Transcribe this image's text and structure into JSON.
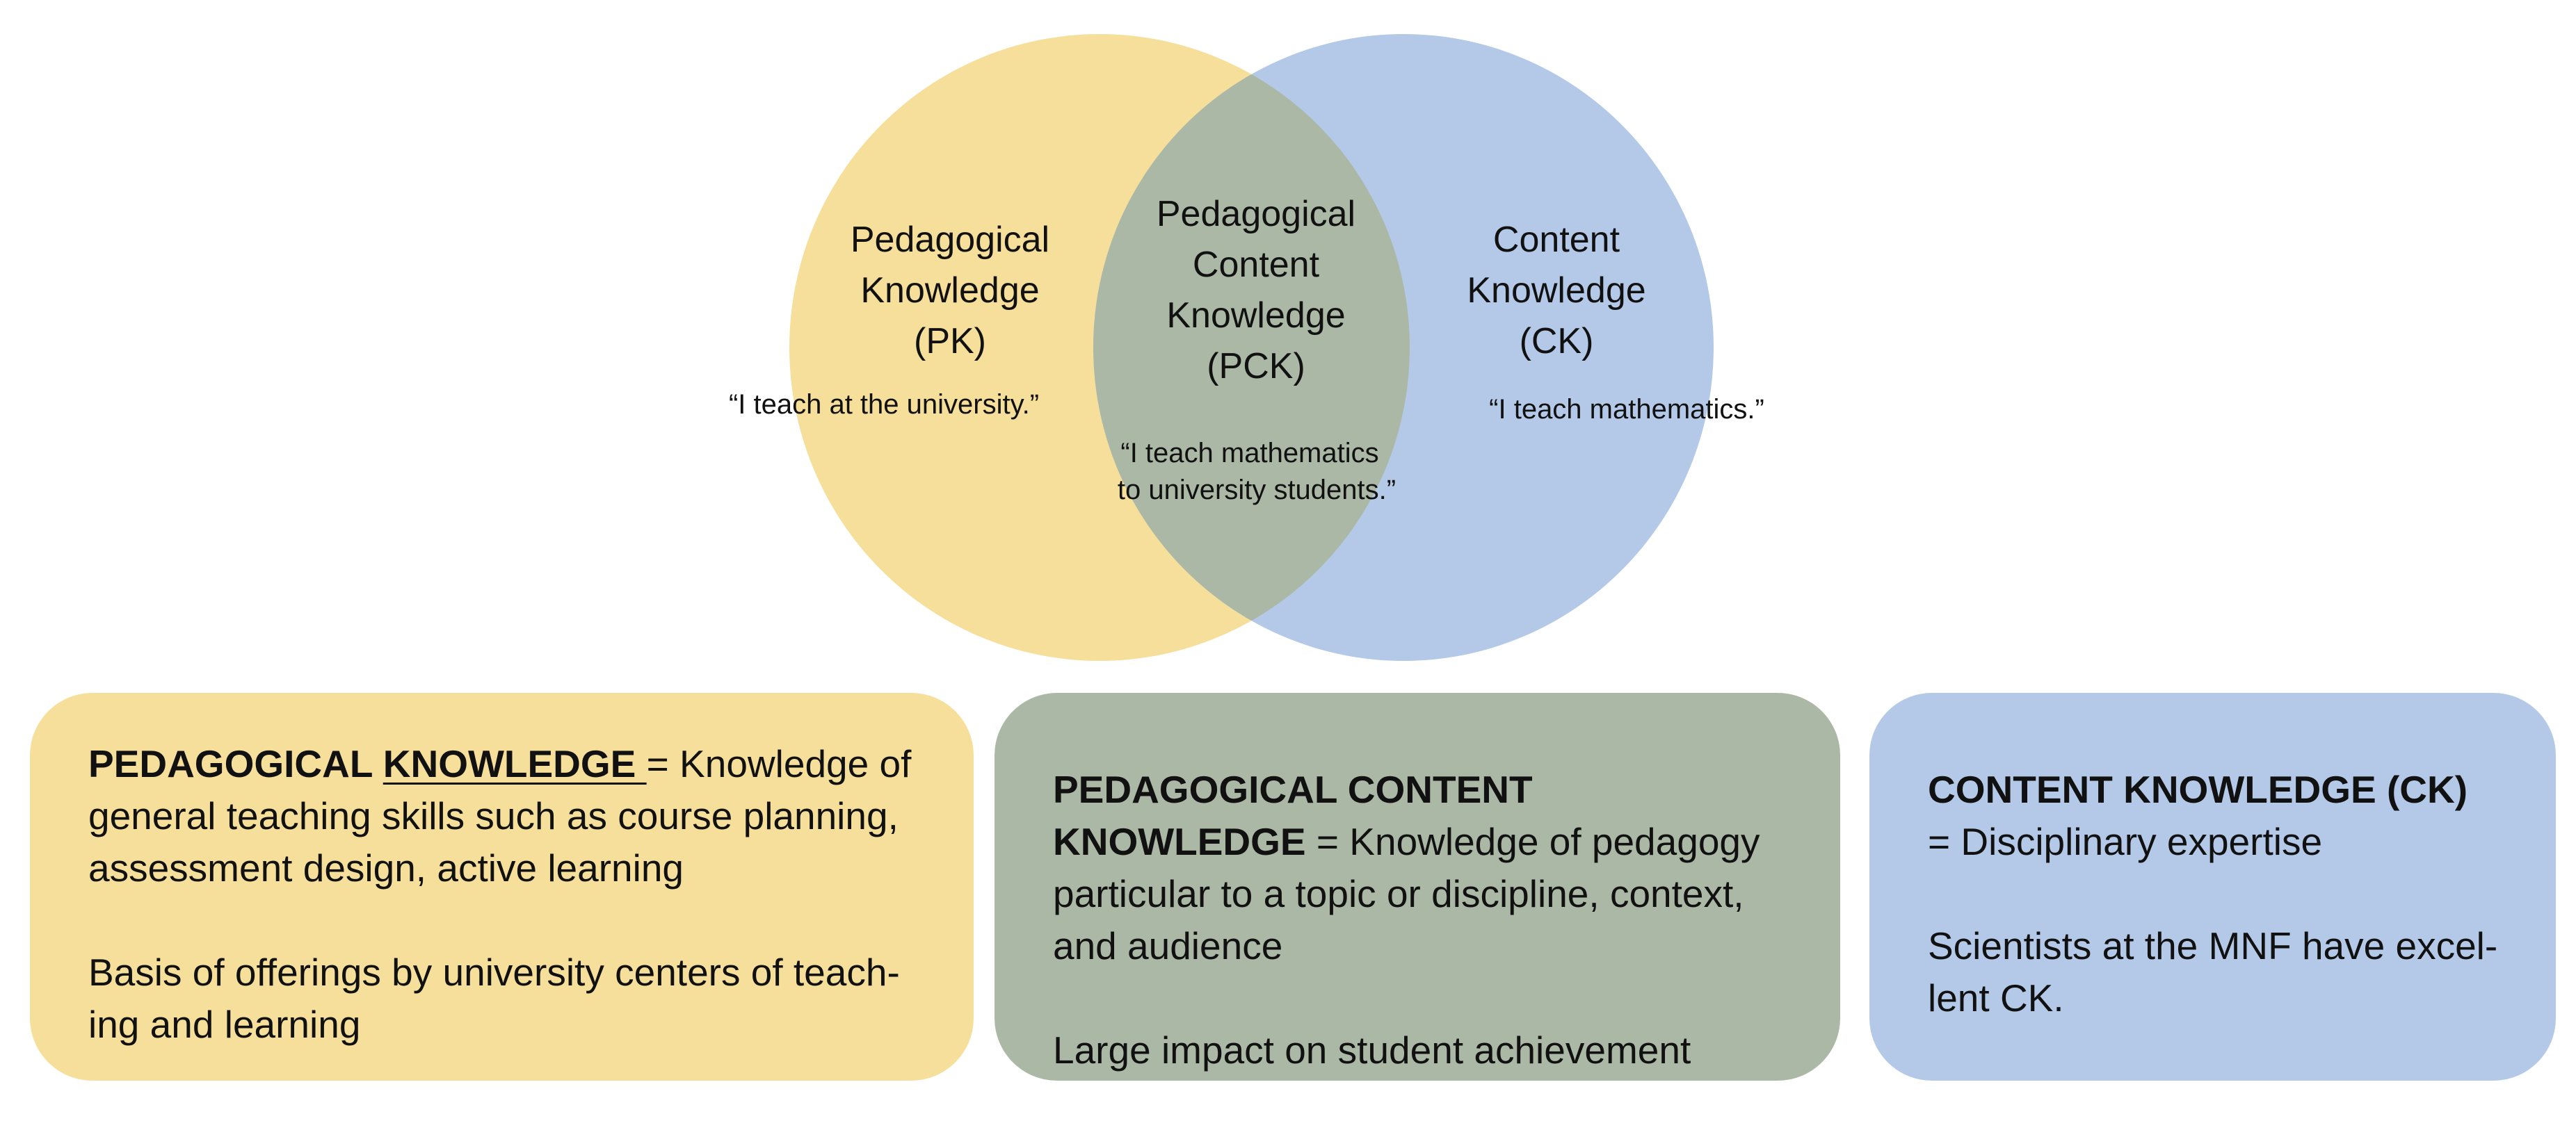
{
  "colors": {
    "pk": "#f6df9b",
    "ck": "#b3c9e7",
    "pck": "#abb8a5",
    "text": "#111111"
  },
  "venn": {
    "pk": {
      "title": [
        "Pedagogical",
        "Knowledge",
        "(PK)"
      ],
      "quote": "“I teach at the university.”"
    },
    "pck": {
      "title": [
        "Pedagogical",
        "Content",
        "Knowledge",
        "(PCK)"
      ],
      "quote": [
        "“I teach mathematics",
        "to university students.”"
      ]
    },
    "ck": {
      "title": [
        "Content",
        "Knowledge",
        "(CK)"
      ],
      "quote": "“I teach mathematics.”"
    }
  },
  "boxes": {
    "pk": {
      "term_part1": "PEDAGOGICAL ",
      "term_part2": "KNOWLEDGE ",
      "definition": " = Knowledge of general teaching skills such as course planning, assessment design, active learning",
      "note": "Basis of offerings by university centers of teach-ing and learning"
    },
    "pck": {
      "term": "PEDAGOGICAL CONTENT KNOWLEDGE",
      "definition": " = Knowledge of pedagogy particular to a topic or discipline, context, and audience",
      "note": "Large impact on student achievement"
    },
    "ck": {
      "term": "CONTENT KNOWLEDGE (CK)",
      "definition": " = Disciplinary expertise",
      "note": "Scientists at the MNF have excel-lent CK."
    }
  }
}
